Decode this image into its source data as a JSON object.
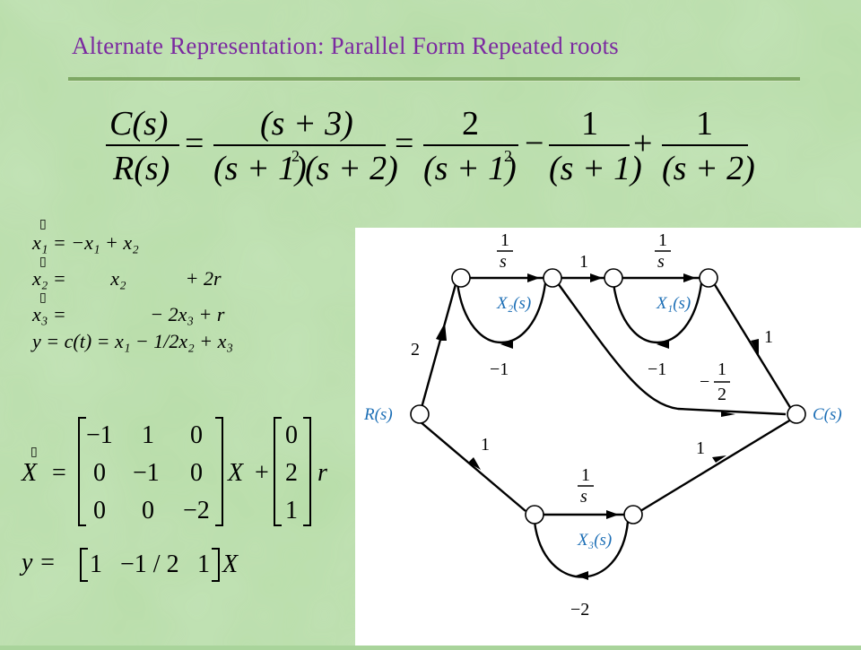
{
  "slide": {
    "title": "Alternate Representation: Parallel Form Repeated roots"
  },
  "transfer_function": {
    "lhs_num": "C(s)",
    "lhs_den": "R(s)",
    "f1_num": "(s + 3)",
    "f1_den_a": "(s + 1)",
    "f1_den_exp": "2",
    "f1_den_b": "(s + 2)",
    "f2_num": "2",
    "f2_den": "(s + 1)",
    "f2_den_exp": "2",
    "f3_num": "1",
    "f3_den": "(s + 1)",
    "f4_num": "1",
    "f4_den": "(s + 2)",
    "eq_sign": "=",
    "minus": "−",
    "plus": "+"
  },
  "state_equations": {
    "eq1": "x₁ = −x₁ + x₂",
    "eq2": "x₂ =         x₂            + 2r",
    "eq3": "x₃ =                 − 2x₃ + r",
    "output": "y = c(t) = x₁ − 1/2x₂ + x₃",
    "dot_glyph": "▯"
  },
  "matrix_form": {
    "lhs": "X",
    "A": [
      [
        "−1",
        "1",
        "0"
      ],
      [
        "0",
        "−1",
        "0"
      ],
      [
        "0",
        "0",
        "−2"
      ]
    ],
    "B": [
      "0",
      "2",
      "1"
    ],
    "X": "X",
    "r": "r",
    "y_lhs": "y =",
    "C": [
      "1",
      "−1 / 2",
      "1"
    ],
    "y_X": "X"
  },
  "signal_flow": {
    "gains": {
      "int_x2": "1",
      "int_x2_den": "s",
      "link": "1",
      "int_x1": "1",
      "int_x1_den": "s",
      "fb_x2": "−1",
      "fb_x1": "−1",
      "in_top": "2",
      "out_top": "1",
      "half_minus": "−",
      "half_num": "1",
      "half_den": "2",
      "in_bottom": "1",
      "out_bottom": "1",
      "int_x3": "1",
      "int_x3_den": "s",
      "fb_x3": "−2"
    },
    "signals": {
      "R": "R(s)",
      "C": "C(s)",
      "X2": "X₂(s)",
      "X1": "X₁(s)",
      "X3": "X₃(s)"
    }
  }
}
